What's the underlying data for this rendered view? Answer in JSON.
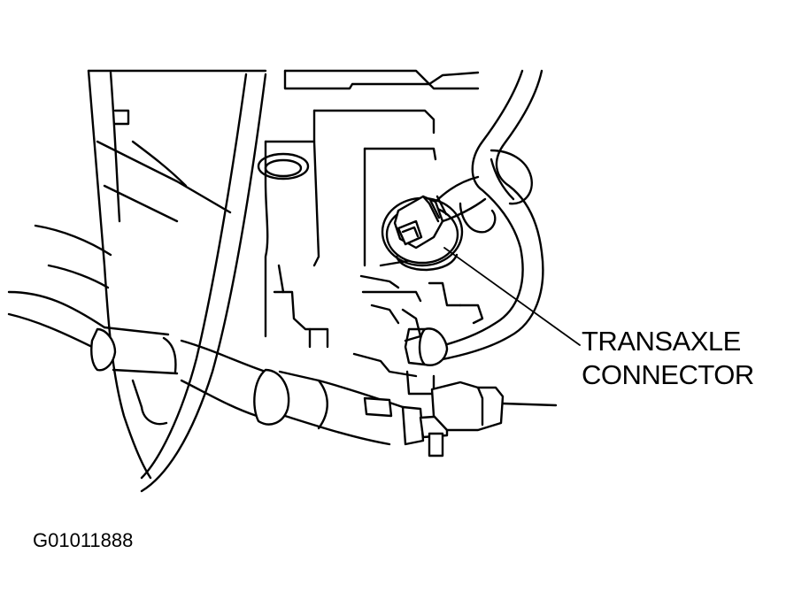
{
  "diagram": {
    "callouts": [
      {
        "id": "transaxle-connector",
        "lines": [
          "TRANSAXLE",
          "CONNECTOR"
        ]
      }
    ],
    "figure_id": "G01011888"
  },
  "colors": {
    "background": "#ffffff",
    "ink": "#000000"
  }
}
